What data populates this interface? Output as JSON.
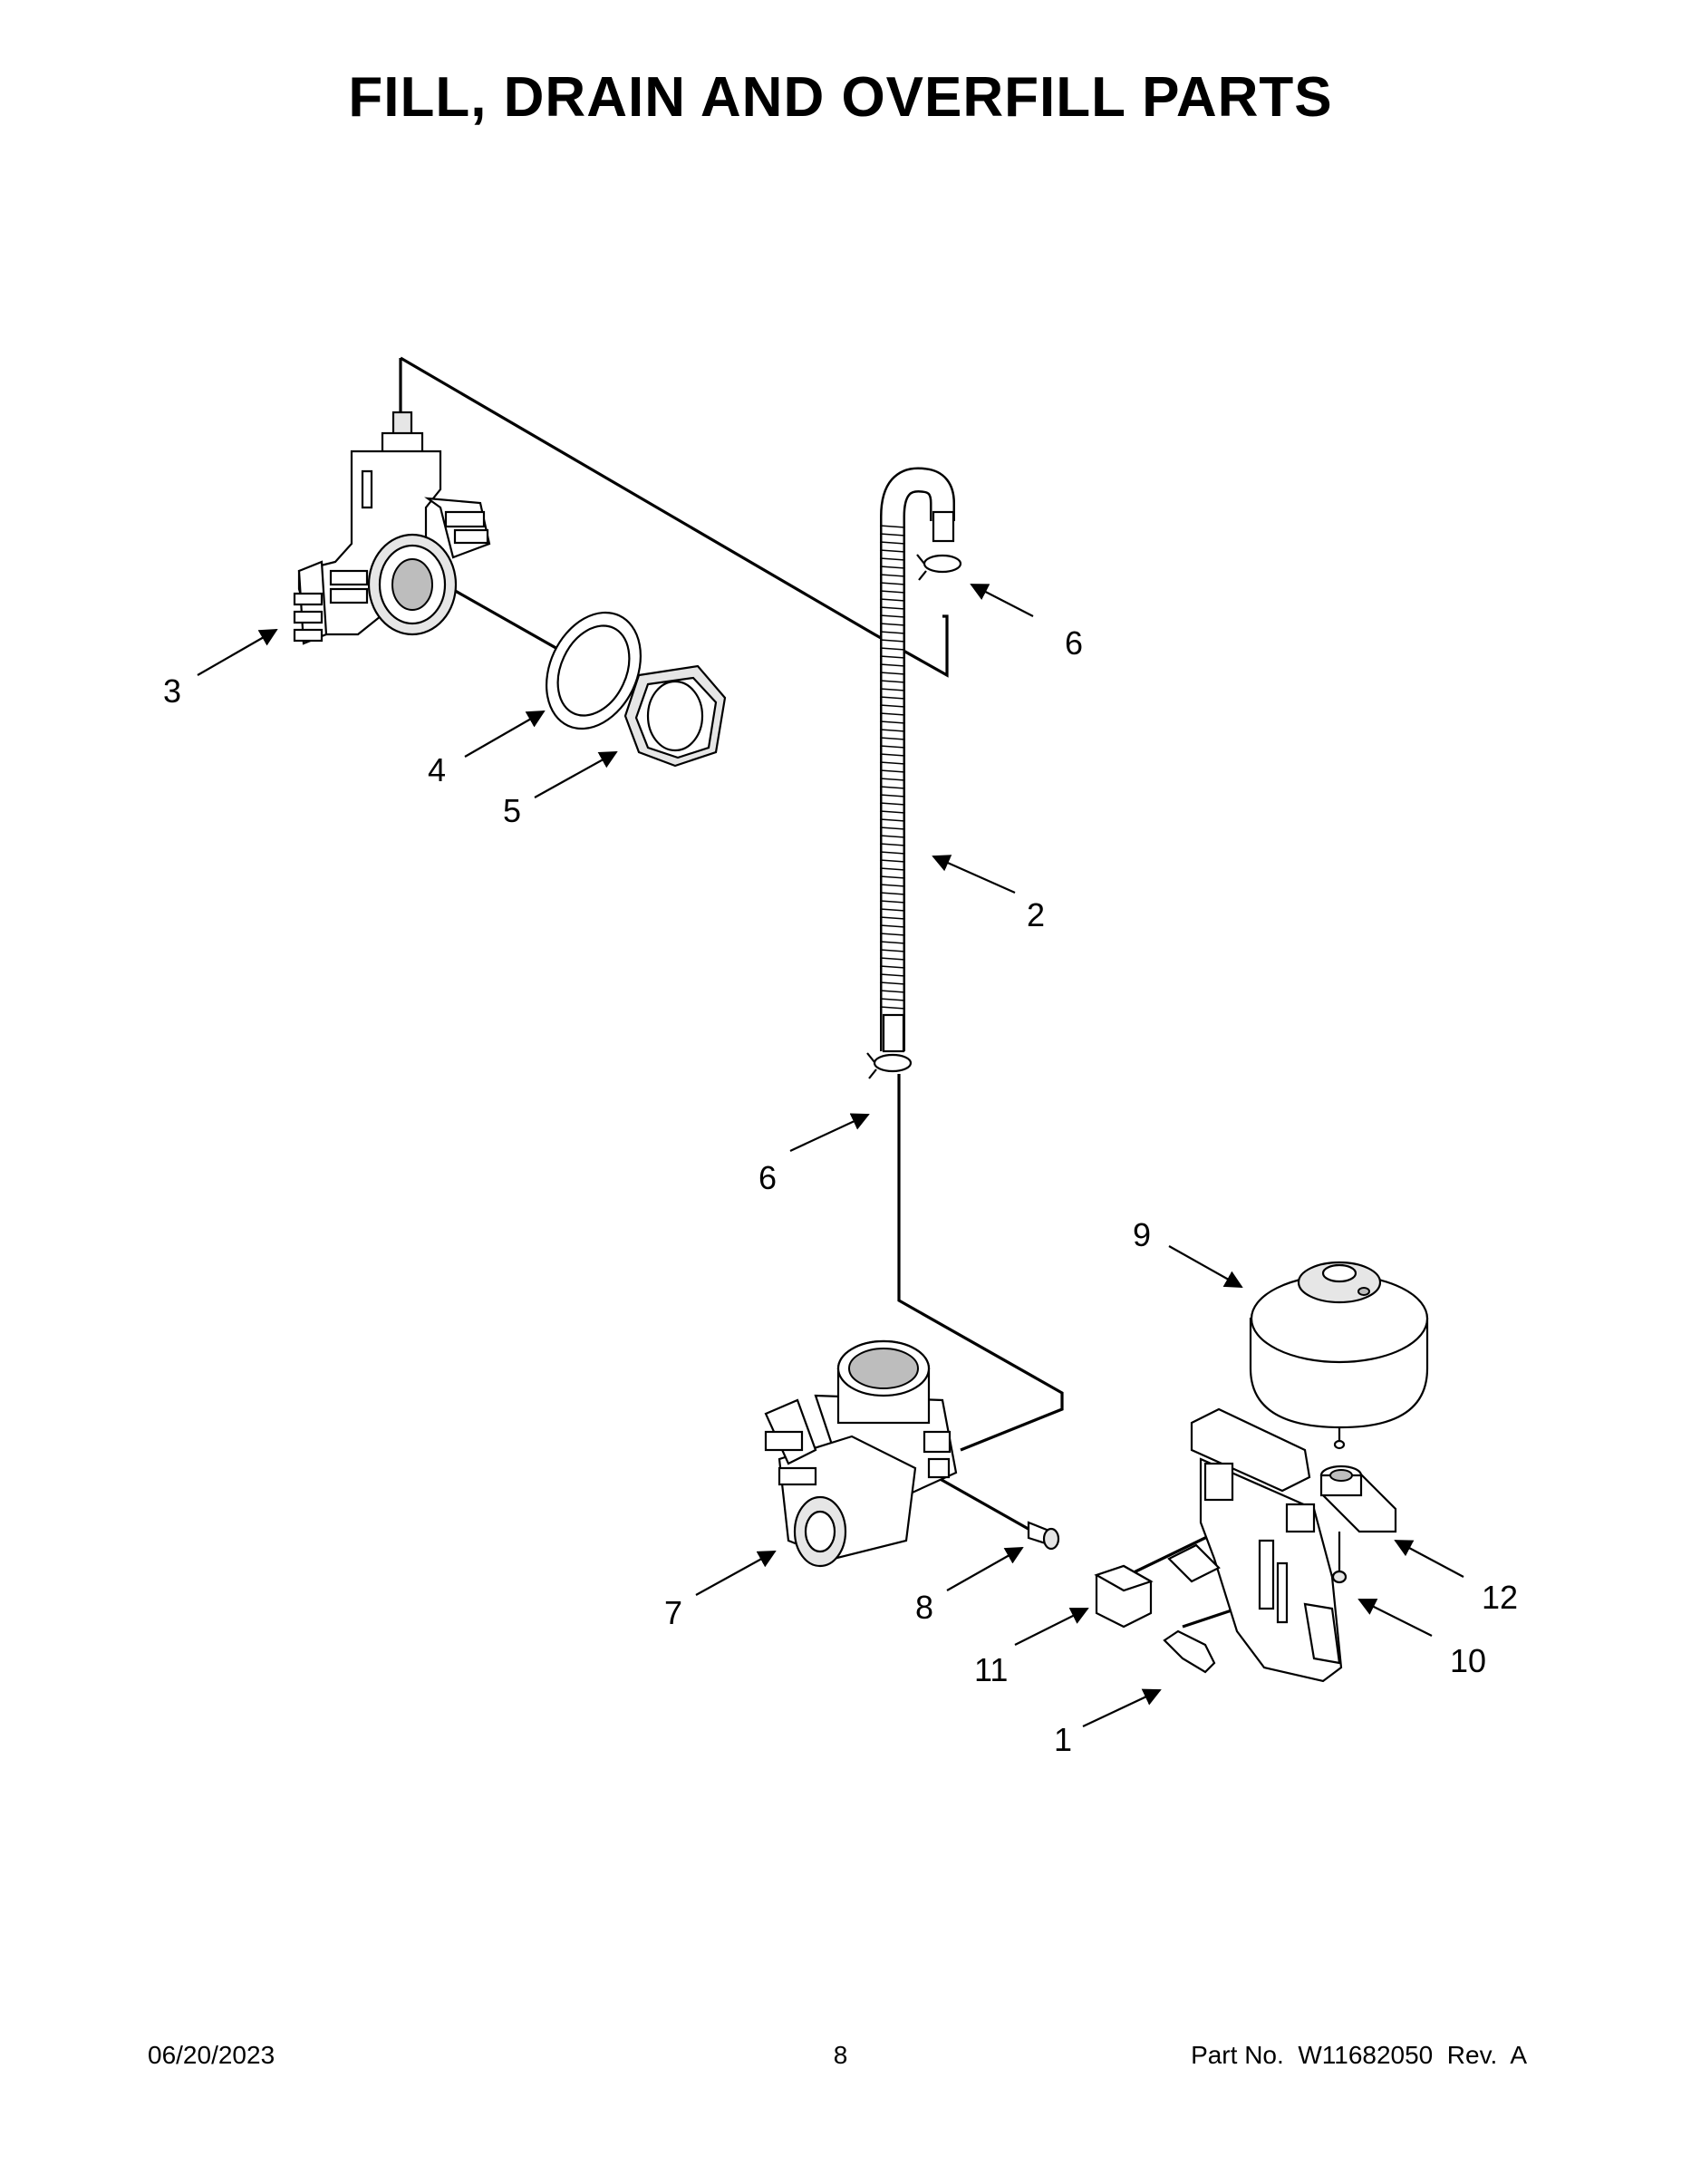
{
  "title": "FILL, DRAIN AND OVERFILL PARTS",
  "callouts": {
    "c1": "1",
    "c2": "2",
    "c3": "3",
    "c4": "4",
    "c5": "5",
    "c6a": "6",
    "c6b": "6",
    "c7": "7",
    "c8": "8",
    "c9": "9",
    "c10": "10",
    "c11": "11",
    "c12": "12"
  },
  "footer": {
    "date": "06/20/2023",
    "page": "8",
    "part_label": "Part No.  W11682050  Rev.  A"
  }
}
